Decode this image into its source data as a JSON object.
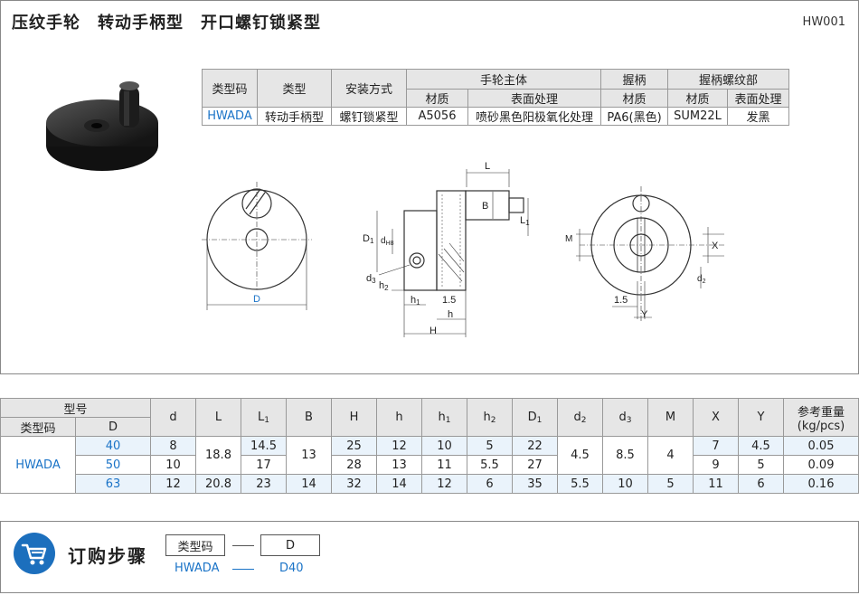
{
  "header": {
    "title": "压纹手轮　转动手柄型　开口螺钉锁紧型",
    "code": "HW001"
  },
  "spec_table": {
    "h_type_code": "类型码",
    "h_type": "类型",
    "h_install": "安装方式",
    "h_wheel": "手轮主体",
    "h_grip": "握柄",
    "h_grip_thread": "握柄螺纹部",
    "h_material": "材质",
    "h_surface": "表面处理",
    "row": {
      "type_code": "HWADA",
      "type": "转动手柄型",
      "install": "螺钉锁紧型",
      "wheel_material": "A5056",
      "wheel_surface": "喷砂黑色阳极氧化处理",
      "grip_material": "PA6(黑色)",
      "thread_material": "SUM22L",
      "thread_surface": "发黑"
    }
  },
  "drawing": {
    "D": "D",
    "L": "L",
    "B": "B",
    "L1": "L",
    "L1_sub": "1",
    "D1": "D",
    "D1_sub": "1",
    "dH8": "d",
    "dH8_sub": "H8",
    "d3": "d",
    "d3_sub": "3",
    "h2": "h",
    "h2_sub": "2",
    "h1": "h",
    "h1_sub": "1",
    "dim15a": "1.5",
    "h": "h",
    "H": "H",
    "M": "M",
    "X": "X",
    "d2": "d",
    "d2_sub": "2",
    "dim15b": "1.5",
    "Y": "Y"
  },
  "dim_table": {
    "h_model": "型号",
    "h_type_code": "类型码",
    "h_D": "D",
    "cols": [
      "d",
      "L",
      "L",
      "B",
      "H",
      "h",
      "h",
      "h",
      "D",
      "d",
      "d",
      "M",
      "X",
      "Y"
    ],
    "col_subs": [
      "",
      "",
      "1",
      "",
      "",
      "",
      "1",
      "2",
      "1",
      "2",
      "3",
      "",
      "",
      ""
    ],
    "h_weight_1": "参考重量",
    "h_weight_2": "(kg/pcs)",
    "type_code": "HWADA",
    "rows": [
      {
        "D": "40",
        "d": "8",
        "L": "18.8",
        "L1": "14.5",
        "B": "13",
        "H": "25",
        "h": "12",
        "h1": "10",
        "h2": "5",
        "D1": "22",
        "d2": "4.5",
        "d3": "8.5",
        "M": "4",
        "X": "7",
        "Y": "4.5",
        "w": "0.05"
      },
      {
        "D": "50",
        "d": "10",
        "L1": "17",
        "H": "28",
        "h": "13",
        "h1": "11",
        "h2": "5.5",
        "D1": "27",
        "X": "9",
        "Y": "5",
        "w": "0.09"
      },
      {
        "D": "63",
        "d": "12",
        "L": "20.8",
        "L1": "23",
        "B": "14",
        "H": "32",
        "h": "14",
        "h1": "12",
        "h2": "6",
        "D1": "35",
        "d2": "5.5",
        "d3": "10",
        "M": "5",
        "X": "11",
        "Y": "6",
        "w": "0.16"
      }
    ]
  },
  "order": {
    "title": "订购步骤",
    "box1": "类型码",
    "box2": "D",
    "val1": "HWADA",
    "val2": "D40"
  }
}
